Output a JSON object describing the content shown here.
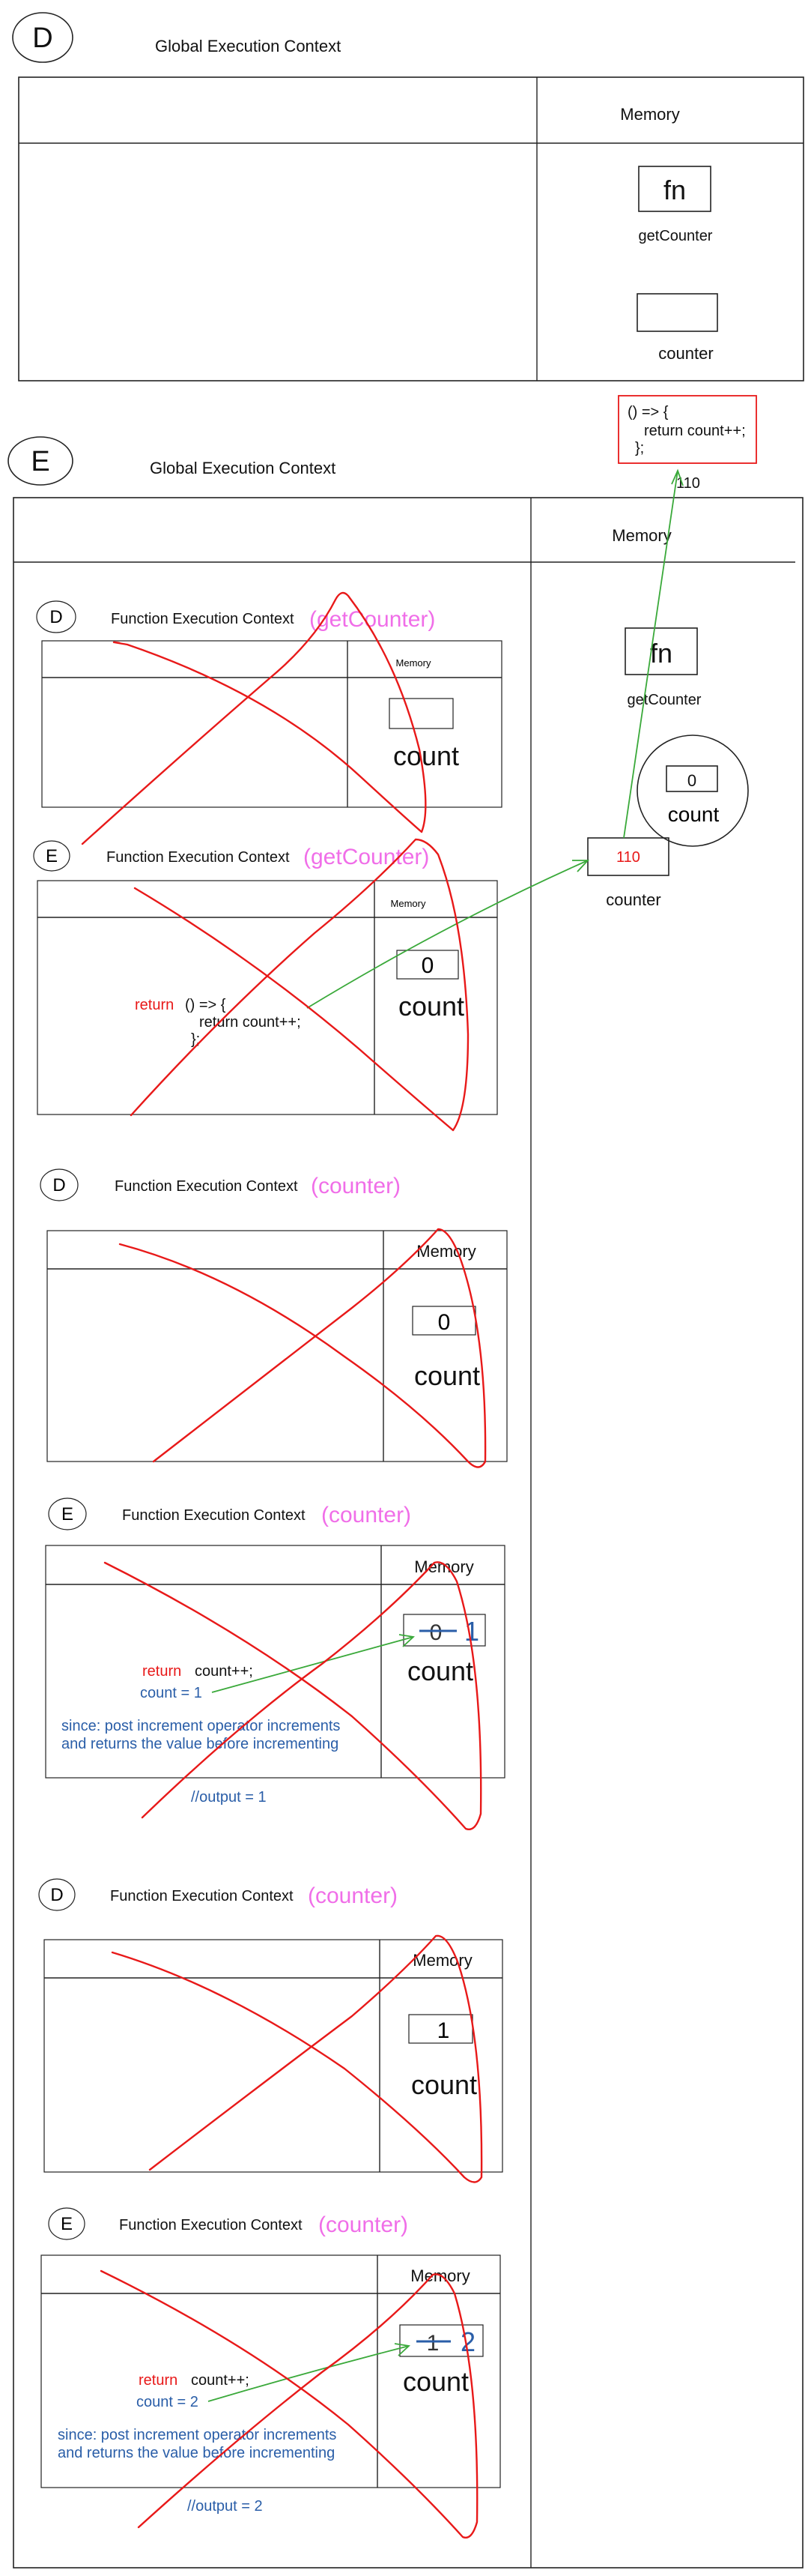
{
  "top": {
    "letter": "D",
    "title": "Global Execution Context",
    "memory_label": "Memory",
    "fn_value": "fn",
    "getCounter_label": "getCounter",
    "counter_label": "counter"
  },
  "bottom": {
    "letter": "E",
    "title": "Global Execution Context",
    "memory_label": "Memory",
    "fn_value": "fn",
    "getCounter_label": "getCounter",
    "closure_count_value": "0",
    "closure_count_label": "count",
    "counter_label": "counter",
    "counter_value": "110",
    "heap_line1": "() => {",
    "heap_line2": "return count++;",
    "heap_line3": "};",
    "heap_address": "110"
  },
  "fec1": {
    "letter": "D",
    "title": "Function Execution Context",
    "name": "(getCounter)",
    "memory_label": "Memory",
    "count_value": "",
    "count_label": "count"
  },
  "fec2": {
    "letter": "E",
    "title": "Function Execution Context",
    "name": "(getCounter)",
    "memory_label": "Memory",
    "count_value": "0",
    "count_label": "count",
    "return_kw": "return",
    "code1": "() => {",
    "code2": "return count++;",
    "code3": "};"
  },
  "fec3": {
    "letter": "D",
    "title": "Function Execution Context",
    "name": "(counter)",
    "memory_label": "Memory",
    "count_value": "0",
    "count_label": "count"
  },
  "fec4": {
    "letter": "E",
    "title": "Function Execution Context",
    "name": "(counter)",
    "memory_label": "Memory",
    "old_value": "0",
    "new_value": "1",
    "count_label": "count",
    "return_kw": "return",
    "code": "count++;",
    "assign": "count = 1",
    "note1": "since: post  increment operator increments",
    "note2": "and returns the value before incrementing",
    "output": "//output = 1"
  },
  "fec5": {
    "letter": "D",
    "title": "Function Execution Context",
    "name": "(counter)",
    "memory_label": "Memory",
    "count_value": "1",
    "count_label": "count"
  },
  "fec6": {
    "letter": "E",
    "title": "Function Execution Context",
    "name": "(counter)",
    "memory_label": "Memory",
    "old_value": "1",
    "new_value": "2",
    "count_label": "count",
    "return_kw": "return",
    "code": "count++;",
    "assign": "count = 2",
    "note1": "since: post  increment operator increments",
    "note2": "and returns the value before incrementing",
    "output": "//output = 2"
  },
  "colors": {
    "pink": "#f06ee8",
    "red": "#e81919",
    "green": "#3aa93a",
    "blue": "#2a5ea8"
  }
}
